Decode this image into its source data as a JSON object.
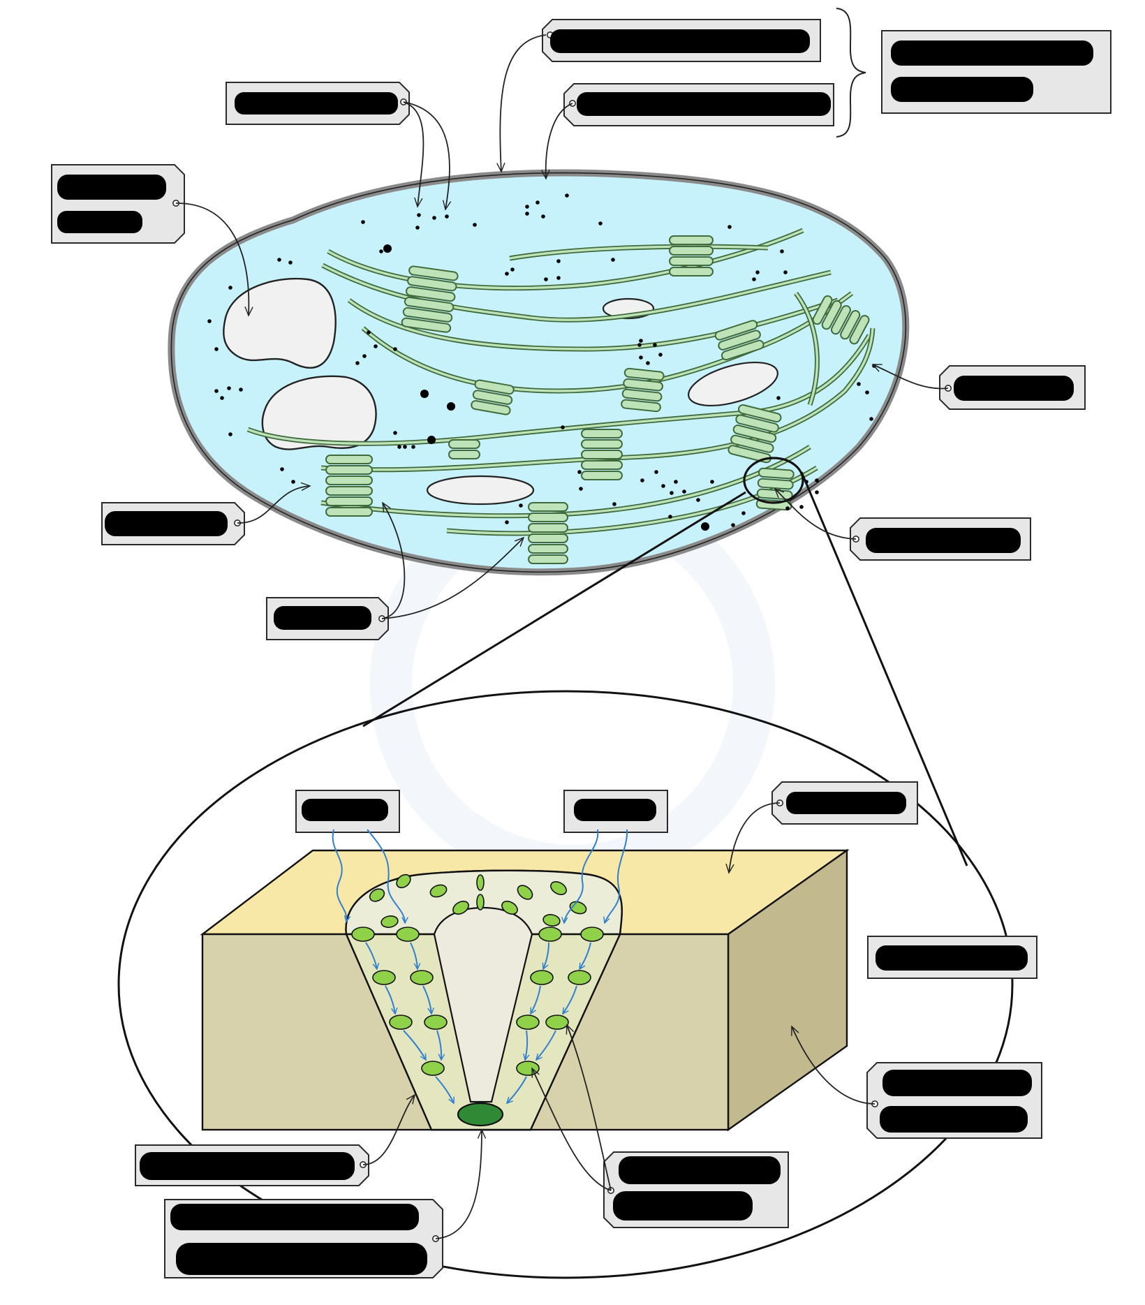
{
  "diagram": {
    "subject": "chloroplast-with-granum-enlargement",
    "colors": {
      "stroma": "#c8f2fb",
      "envelope": "#8a8a8a",
      "thylakoid": "#bfe3b8",
      "thylakoid_outline": "#3f6b3c",
      "lamella_block_top": "#f8e8a8",
      "lamella_block_front": "#d8d2ac",
      "lamella_block_side": "#c2b98e",
      "photosystem": "#8fd24a",
      "reaction_centre": "#2f8a35",
      "light_arrow": "#2f7fd0",
      "label_box": "#e7e7e7",
      "redaction": "#000000"
    },
    "labels": [
      {
        "id": "label-outer-membrane",
        "text": "",
        "redacted": true
      },
      {
        "id": "label-inner-membrane",
        "text": "",
        "redacted": true
      },
      {
        "id": "label-envelope",
        "text": "",
        "redacted": true
      },
      {
        "id": "label-ribosomes",
        "text": "",
        "redacted": true
      },
      {
        "id": "label-starch-grain",
        "text": "",
        "redacted": true
      },
      {
        "id": "label-stroma",
        "text": "",
        "redacted": true
      },
      {
        "id": "label-intergranal-lamella",
        "text": "",
        "redacted": true
      },
      {
        "id": "label-granum",
        "text": "",
        "redacted": true
      },
      {
        "id": "label-thylakoid",
        "text": "",
        "redacted": true
      },
      {
        "id": "label-light-left",
        "text": "",
        "redacted": true
      },
      {
        "id": "label-light-right",
        "text": "",
        "redacted": true
      },
      {
        "id": "label-membrane-surface",
        "text": "",
        "redacted": true
      },
      {
        "id": "label-thylakoid-membrane",
        "text": "",
        "redacted": true
      },
      {
        "id": "label-lumen",
        "text": "",
        "redacted": true
      },
      {
        "id": "label-funnel-pigments",
        "text": "",
        "redacted": true
      },
      {
        "id": "label-reaction-centre",
        "text": "",
        "redacted": true
      },
      {
        "id": "label-accessory-pigments",
        "text": "",
        "redacted": true
      }
    ]
  }
}
